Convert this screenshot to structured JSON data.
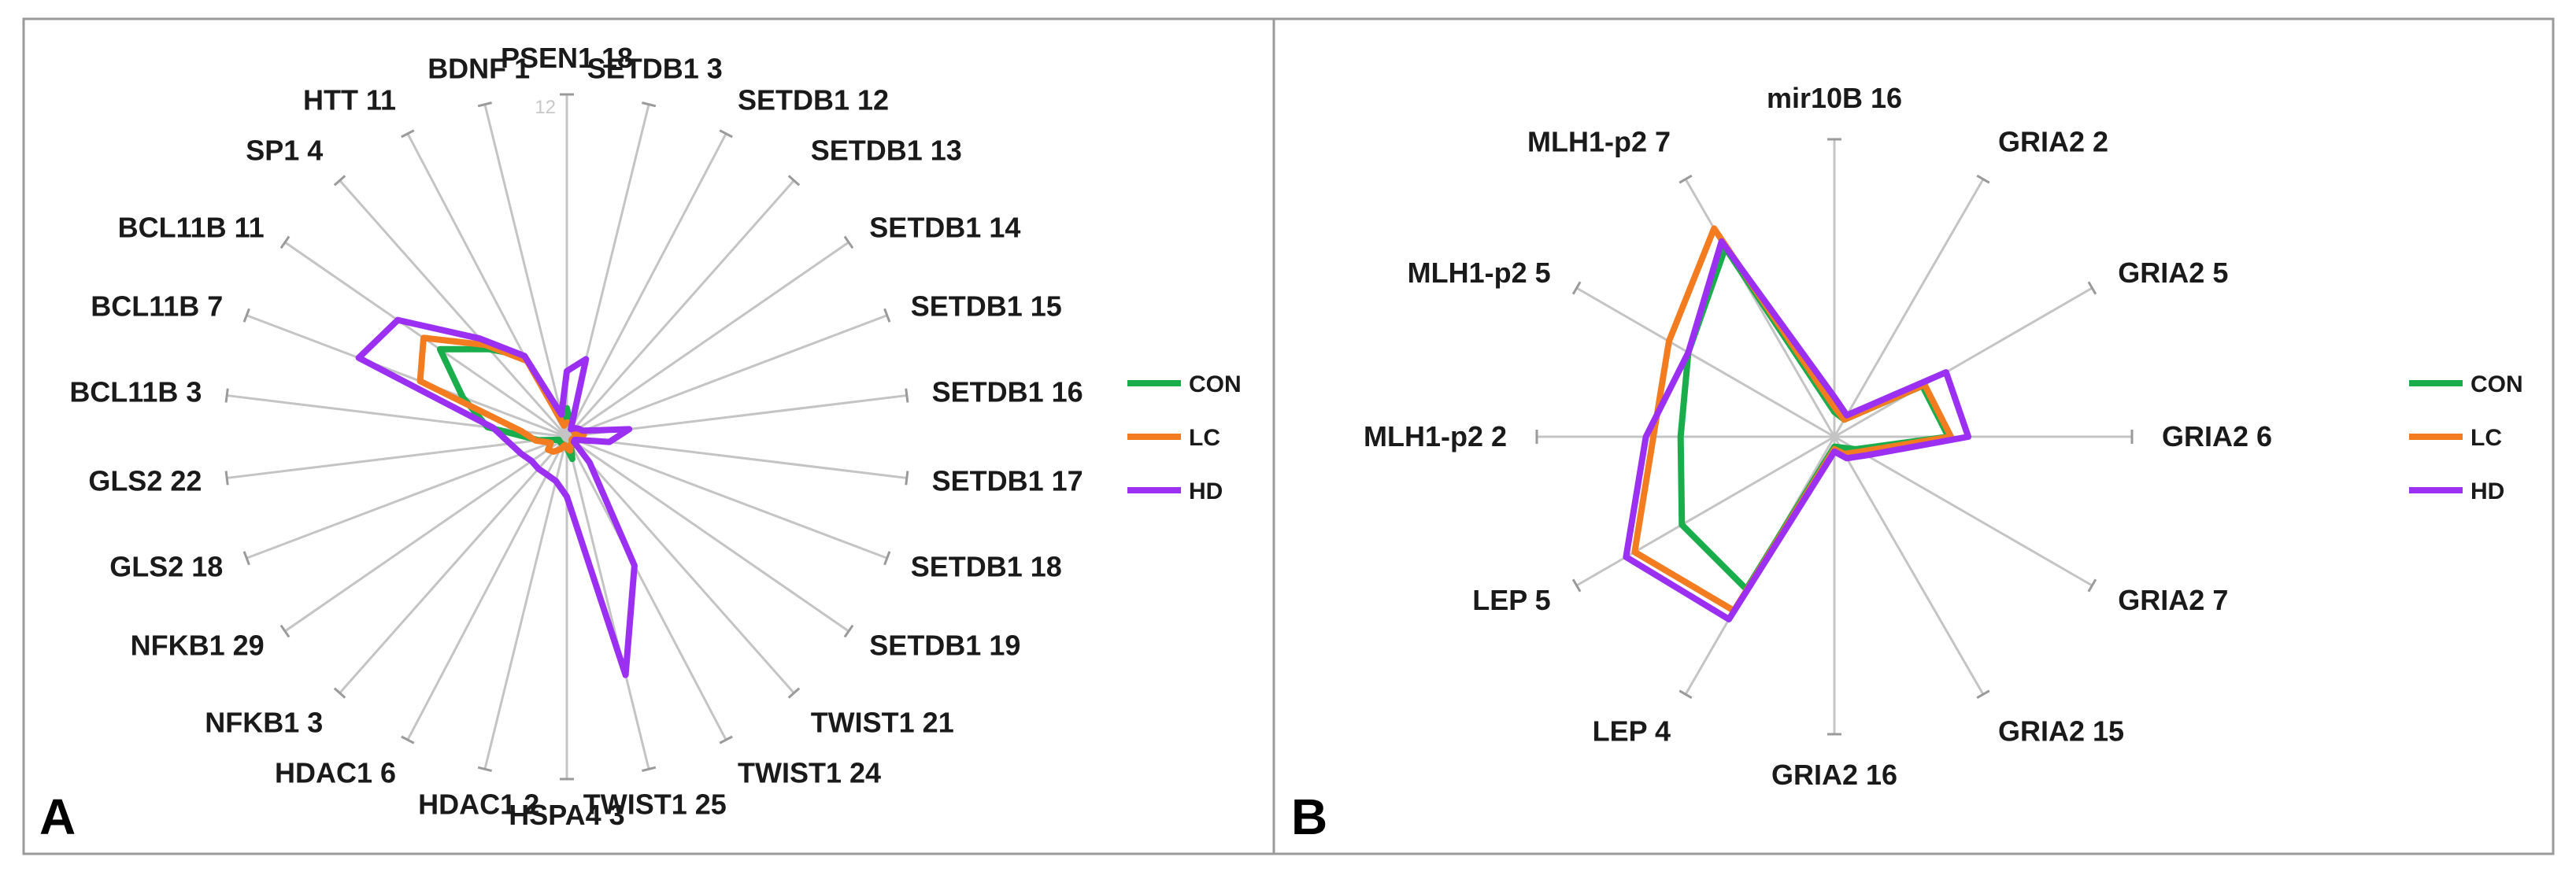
{
  "chart_data": [
    {
      "type": "radar",
      "panel": "A",
      "title": "",
      "scale": [
        0,
        12
      ],
      "ticks": [
        "12"
      ],
      "categories": [
        "PSEN1 18",
        "SETDB1 3",
        "SETDB1 12",
        "SETDB1 13",
        "SETDB1 14",
        "SETDB1 15",
        "SETDB1 16",
        "SETDB1 17",
        "SETDB1 18",
        "SETDB1 19",
        "TWIST1 21",
        "TWIST1 24",
        "TWIST1 25",
        "HSPA4 3",
        "HDAC1 2",
        "HDAC1 6",
        "NFKB1 3",
        "NFKB1 29",
        "GLS2 18",
        "GLS2 22",
        "BCL11B 3",
        "BCL11B 7",
        "BCL11B 11",
        "SP1 4",
        "HTT 11",
        "BDNF 1"
      ],
      "series": [
        {
          "name": "CON",
          "color": "#1aad4b",
          "values": [
            1.0,
            0.5,
            0.4,
            0.4,
            0.3,
            0.3,
            0.5,
            0.4,
            0.3,
            0.3,
            0.3,
            0.3,
            0.8,
            0.4,
            0.3,
            0.3,
            0.3,
            0.3,
            0.3,
            1.0,
            2.8,
            3.9,
            5.4,
            4.1,
            3.2,
            0.5
          ]
        },
        {
          "name": "LC",
          "color": "#f47c20",
          "values": [
            0.5,
            0.5,
            0.4,
            0.4,
            0.3,
            0.3,
            0.6,
            0.3,
            0.2,
            0.2,
            0.3,
            0.3,
            0.5,
            0.4,
            0.3,
            0.5,
            0.7,
            0.8,
            0.6,
            1.1,
            1.6,
            5.5,
            6.1,
            4.3,
            3.0,
            0.4
          ]
        },
        {
          "name": "HD",
          "color": "#9b30f2",
          "values": [
            2.3,
            2.8,
            0.3,
            0.4,
            0.5,
            0.6,
            2.2,
            1.5,
            0.3,
            0.3,
            1.2,
            5.1,
            8.6,
            2.1,
            1.6,
            1.5,
            1.5,
            1.5,
            1.7,
            2.0,
            2.6,
            7.8,
            7.2,
            4.6,
            3.2,
            0.8
          ]
        }
      ],
      "legend": "right"
    },
    {
      "type": "radar",
      "panel": "B",
      "title": "",
      "scale": [
        0,
        12
      ],
      "categories": [
        "mir10B 16",
        "GRIA2 2",
        "GRIA2 5",
        "GRIA2 6",
        "GRIA2 7",
        "GRIA2 15",
        "GRIA2 16",
        "LEP 4",
        "LEP 5",
        "MLH1-p2 2",
        "MLH1-p2 5",
        "MLH1-p2 7"
      ],
      "series": [
        {
          "name": "CON",
          "color": "#1aad4b",
          "values": [
            1.0,
            0.8,
            4.1,
            4.6,
            1.0,
            0.5,
            0.4,
            7.1,
            7.1,
            6.2,
            6.8,
            8.8
          ]
        },
        {
          "name": "LC",
          "color": "#f47c20",
          "values": [
            1.2,
            0.8,
            4.2,
            4.7,
            1.2,
            0.8,
            0.5,
            8.1,
            9.3,
            7.3,
            7.7,
            9.7
          ]
        },
        {
          "name": "HD",
          "color": "#9b30f2",
          "values": [
            1.6,
            1.0,
            5.2,
            5.4,
            1.5,
            1.0,
            0.6,
            8.5,
            9.7,
            7.6,
            6.8,
            9.1
          ]
        }
      ],
      "legend": "right"
    }
  ],
  "legend_labels": [
    "CON",
    "LC",
    "HD"
  ],
  "panel_letters": [
    "A",
    "B"
  ],
  "tick_label_a": "12"
}
